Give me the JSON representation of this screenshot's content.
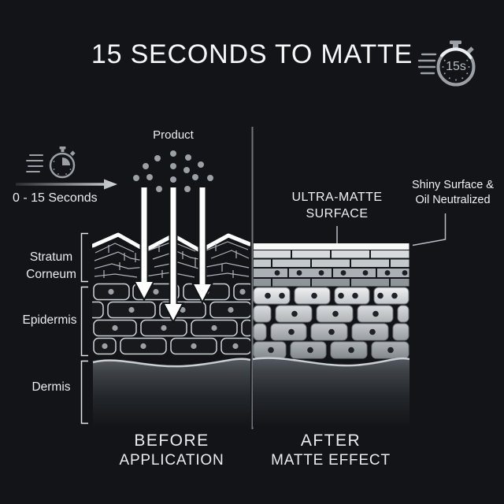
{
  "title": "15 SECONDS TO MATTE",
  "header_timer_value": "15s",
  "before_panel": {
    "product_label": "Product",
    "duration_label": "0 - 15 Seconds",
    "caption_line1": "BEFORE",
    "caption_line2": "APPLICATION"
  },
  "after_panel": {
    "surface_label_line1": "ULTRA-MATTE",
    "surface_label_line2": "SURFACE",
    "shiny_label_line1": "Shiny Surface &",
    "shiny_label_line2": "Oil Neutralized",
    "caption_line1": "AFTER",
    "caption_line2": "MATTE EFFECT"
  },
  "skin_layers": {
    "stratum_line1": "Stratum",
    "stratum_line2": "Corneum",
    "epidermis": "Epidermis",
    "dermis": "Dermis"
  },
  "icons": {
    "header_stopwatch": "stopwatch-15s-icon",
    "speed_timer": "speed-timer-icon",
    "application_arrows": "down-arrows-icon"
  },
  "colors": {
    "background": "#121417",
    "text_primary": "#f4f6f7",
    "text_secondary": "#e9edef",
    "icon_gray": "#9aa0a6",
    "divider": "#70767c",
    "surface_white": "#f8fafa",
    "cell_outline_left": "#cdd2d6",
    "dot_gray": "#9aa0a6",
    "dot_dark": "#1f2226"
  }
}
